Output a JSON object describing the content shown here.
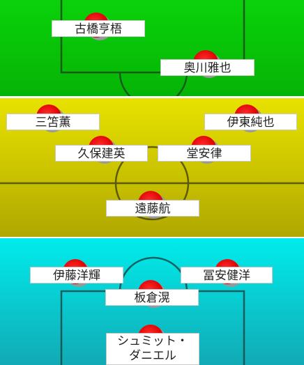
{
  "players": {
    "furuhashi": "古橋亨梧",
    "okugawa": "奥川雅也",
    "mitoma": "三笘薫",
    "ito_junya": "伊東純也",
    "kubo": "久保建英",
    "doan": "堂安律",
    "endo": "遠藤航",
    "ito_hiroki": "伊藤洋輝",
    "tomiyasu": "冨安健洋",
    "itakura": "板倉滉",
    "schmidt_line1": "シュミット・",
    "schmidt_line2": "ダニエル"
  },
  "colors": {
    "forward_band": "#0ad20a",
    "midfield_band": "#e8e200",
    "defense_band": "#00ecec",
    "player_marker": "#e00000"
  }
}
